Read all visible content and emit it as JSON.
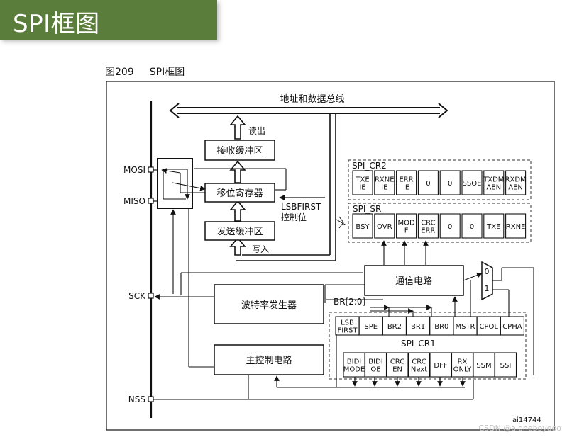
{
  "banner": {
    "title": "SPI框图"
  },
  "caption": {
    "figure_number": "图209",
    "figure_title": "SPI框图"
  },
  "diagram": {
    "bus_label": "地址和数据总线",
    "read_out_label": "读出",
    "write_in_label": "写入",
    "lsbfirst_control_line1": "LSBFIRST",
    "lsbfirst_control_line2": "控制位",
    "rx_buffer": "接收缓冲区",
    "shift_register": "移位寄存器",
    "tx_buffer": "发送缓冲区",
    "comm_circuit": "通信电路",
    "baud_gen": "波特率发生器",
    "master_ctrl": "主控制电路",
    "br_label": "BR[2:0]",
    "pins": [
      "MOSI",
      "MISO",
      "SCK",
      "NSS"
    ],
    "mux_labels": [
      "0",
      "1"
    ],
    "cr2": {
      "title": "SPI_CR2",
      "cells": [
        [
          "TXE",
          "IE"
        ],
        [
          "RXNE",
          "IE"
        ],
        [
          "ERR",
          "IE"
        ],
        [
          "0"
        ],
        [
          "0"
        ],
        [
          "SSOE"
        ],
        [
          "TXDM",
          "AEN"
        ],
        [
          "RXDM",
          "AEN"
        ]
      ]
    },
    "sr": {
      "title": "SPI_SR",
      "cells": [
        [
          "BSY"
        ],
        [
          "OVR"
        ],
        [
          "MOD",
          "F"
        ],
        [
          "CRC",
          "ERR"
        ],
        [
          "0"
        ],
        [
          "0"
        ],
        [
          "TXE"
        ],
        [
          "RXNE"
        ]
      ]
    },
    "cr1": {
      "title": "SPI_CR1",
      "row1": [
        [
          "LSB",
          "FIRST"
        ],
        [
          "SPE"
        ],
        [
          "BR2"
        ],
        [
          "BR1"
        ],
        [
          "BR0"
        ],
        [
          "MSTR"
        ],
        [
          "CPOL"
        ],
        [
          "CPHA"
        ]
      ],
      "row2": [
        [
          "BIDI",
          "MODE"
        ],
        [
          "BIDI",
          "OE"
        ],
        [
          "CRC",
          "EN"
        ],
        [
          "CRC",
          "Next"
        ],
        [
          "DFF"
        ],
        [
          "RX",
          "ONLY"
        ],
        [
          "SSM"
        ],
        [
          "SSI"
        ]
      ]
    },
    "doc_id": "ai14744"
  },
  "watermark": "CSDN @aloneboyooo"
}
